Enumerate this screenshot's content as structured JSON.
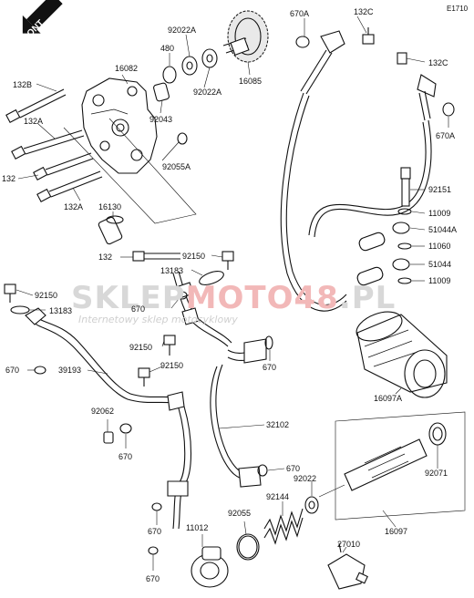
{
  "diagram": {
    "code": "E1710",
    "front_label": "FRONT",
    "watermark": {
      "brand_a": "SKLEP",
      "brand_b": "MOTO",
      "brand_c": "48",
      "brand_d": ".PL",
      "tagline": "Internetowy sklep motocyklowy"
    },
    "labels": {
      "l_670a_top": "670A",
      "l_132c_top": "132C",
      "l_132c_right": "132C",
      "l_670a_right": "670A",
      "l_92022a_1": "92022A",
      "l_480": "480",
      "l_92022a_2": "92022A",
      "l_16085": "16085",
      "l_16082": "16082",
      "l_132b": "132B",
      "l_132a_1": "132A",
      "l_92043": "92043",
      "l_92055a": "92055A",
      "l_132_1": "132",
      "l_132a_2": "132A",
      "l_16130": "16130",
      "l_92151": "92151",
      "l_11009_1": "11009",
      "l_51044a": "51044A",
      "l_11060": "11060",
      "l_51044": "51044",
      "l_11009_2": "11009",
      "l_92150_1": "92150",
      "l_132_2": "132",
      "l_13183_1": "13183",
      "l_92150_2": "92150",
      "l_13183_2": "13183",
      "l_670_1": "670",
      "l_670_2": "670",
      "l_39193": "39193",
      "l_92150_3": "92150",
      "l_92150_4": "92150",
      "l_670_3": "670",
      "l_16097a": "16097A",
      "l_92062": "92062",
      "l_670_4": "670",
      "l_32102": "32102",
      "l_670_5": "670",
      "l_92022": "92022",
      "l_92071": "92071",
      "l_92144": "92144",
      "l_92055": "92055",
      "l_11012": "11012",
      "l_670_6": "670",
      "l_16097": "16097",
      "l_27010": "27010",
      "l_670_7": "670"
    }
  }
}
